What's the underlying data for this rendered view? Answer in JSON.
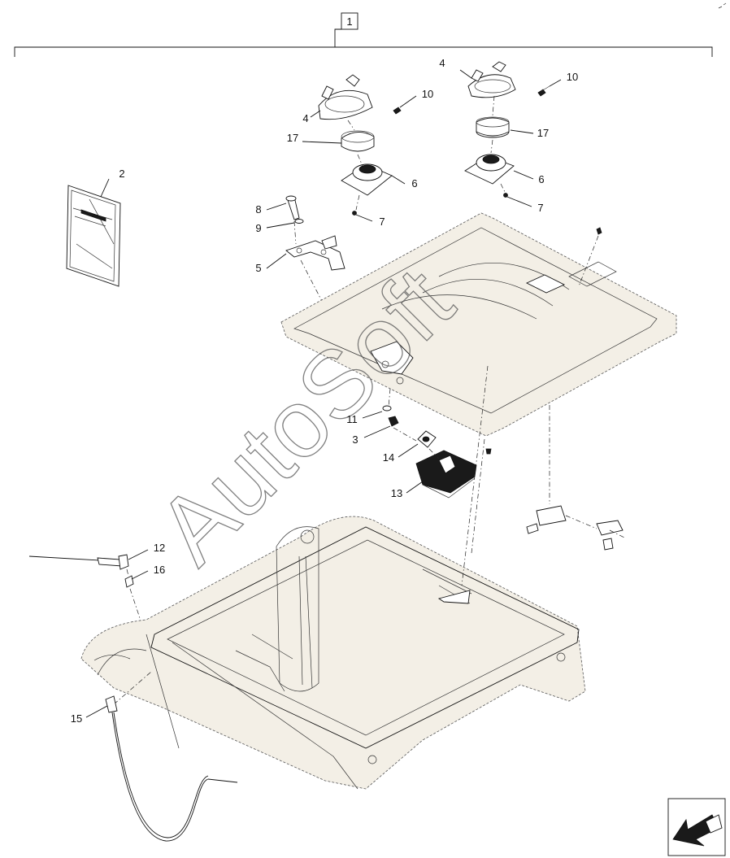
{
  "diagram": {
    "assembly_label": "1",
    "watermark": "AutoSoft",
    "callouts": [
      {
        "id": "c2",
        "text": "2"
      },
      {
        "id": "c3",
        "text": "3"
      },
      {
        "id": "c4a",
        "text": "4"
      },
      {
        "id": "c4b",
        "text": "4"
      },
      {
        "id": "c5",
        "text": "5"
      },
      {
        "id": "c6a",
        "text": "6"
      },
      {
        "id": "c6b",
        "text": "6"
      },
      {
        "id": "c7a",
        "text": "7"
      },
      {
        "id": "c7b",
        "text": "7"
      },
      {
        "id": "c8",
        "text": "8"
      },
      {
        "id": "c9",
        "text": "9"
      },
      {
        "id": "c10a",
        "text": "10"
      },
      {
        "id": "c10b",
        "text": "10"
      },
      {
        "id": "c11",
        "text": "11"
      },
      {
        "id": "c12",
        "text": "12"
      },
      {
        "id": "c13",
        "text": "13"
      },
      {
        "id": "c14",
        "text": "14"
      },
      {
        "id": "c15",
        "text": "15"
      },
      {
        "id": "c16",
        "text": "16"
      },
      {
        "id": "c17a",
        "text": "17"
      },
      {
        "id": "c17b",
        "text": "17"
      }
    ]
  }
}
